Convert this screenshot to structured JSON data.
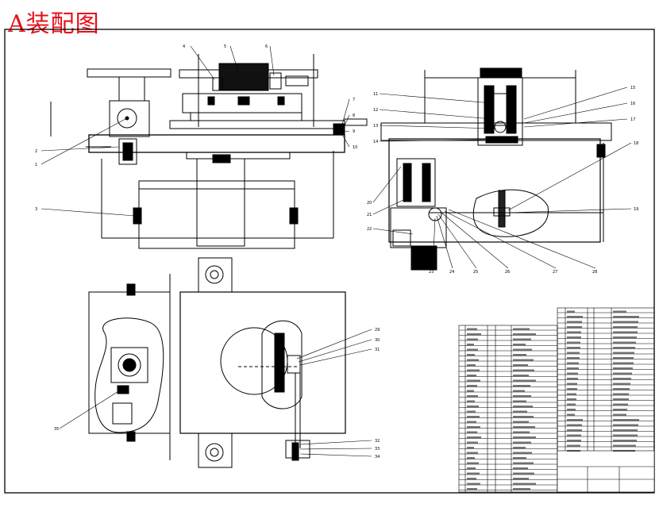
{
  "title": "A装配图",
  "colors": {
    "title": "#e8101a",
    "line": "#000000",
    "paper": "#ffffff"
  },
  "balloon_numbers": [
    "1",
    "2",
    "3",
    "4",
    "5",
    "6",
    "7",
    "8",
    "9",
    "10",
    "11",
    "12",
    "13",
    "14",
    "15",
    "16",
    "17",
    "18",
    "19",
    "20",
    "21",
    "22",
    "23",
    "24",
    "25",
    "26",
    "27",
    "28",
    "29",
    "30",
    "31",
    "32",
    "33",
    "34",
    "35",
    "36",
    "37",
    "38",
    "39",
    "40",
    "41",
    "42",
    "43",
    "44",
    "45",
    "46",
    "47",
    "48",
    "49",
    "50",
    "51",
    "52",
    "53",
    "54",
    "55",
    "56",
    "57",
    "58",
    "59",
    "60"
  ]
}
